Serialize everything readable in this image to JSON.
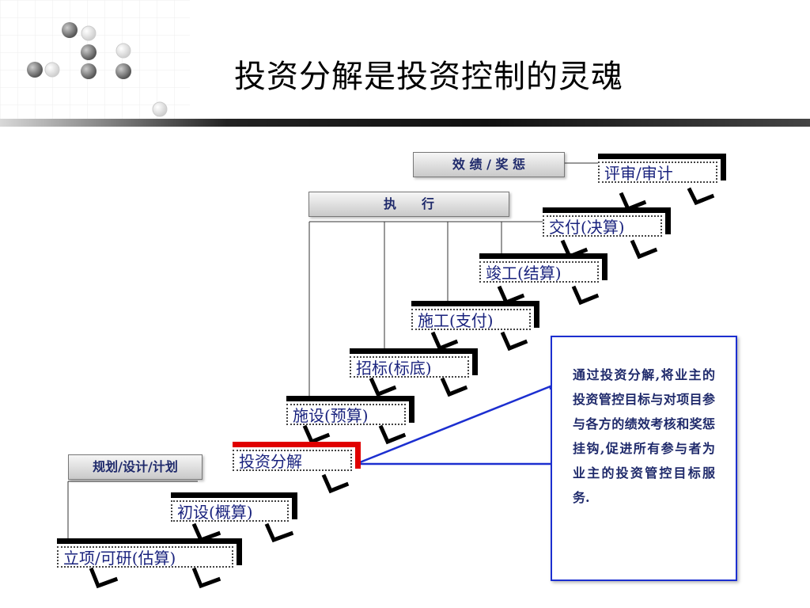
{
  "title": "投资分解是投资控制的灵魂",
  "phase_boxes": {
    "performance": "效 绩 / 奖 惩",
    "execution": "执　　行",
    "planning": "规划/设计/计划"
  },
  "steps": [
    {
      "id": "feasibility",
      "label": "立项/可研(估算)"
    },
    {
      "id": "prelim",
      "label": "初设(概算)"
    },
    {
      "id": "decompose",
      "label": "投资分解"
    },
    {
      "id": "design",
      "label": "施设(预算)"
    },
    {
      "id": "tender",
      "label": "招标(标底)"
    },
    {
      "id": "construct",
      "label": "施工(支付)"
    },
    {
      "id": "complete",
      "label": "竣工(结算)"
    },
    {
      "id": "handover",
      "label": "交付(决算)"
    },
    {
      "id": "review",
      "label": "评审/审计"
    }
  ],
  "note": "通过投资分解,将业主的投资管控目标与对项目参与各方的绩效考核和奖惩挂钩,促进所有参与者为业主的投资管控目标服务.",
  "colors": {
    "accent": "#1c2fd0",
    "highlight": "#e00000",
    "text": "#1a237e"
  }
}
